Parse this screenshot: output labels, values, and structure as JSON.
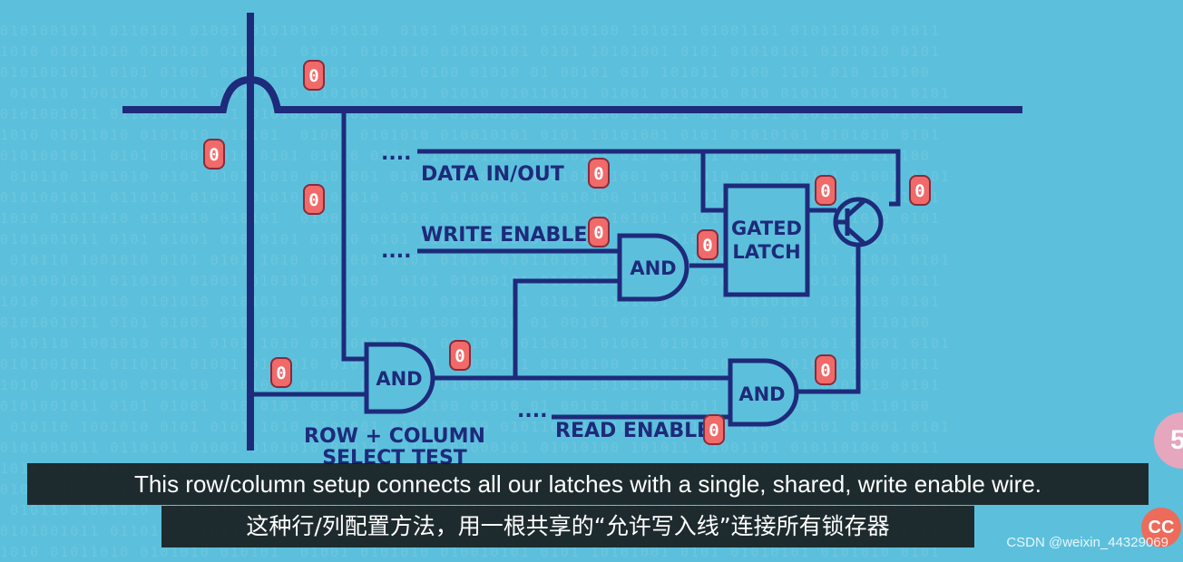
{
  "diagram": {
    "labels": {
      "data_in_out": "DATA IN/OUT",
      "write_enable": "WRITE ENABLE",
      "read_enable": "READ ENABLE",
      "gated_latch_line1": "GATED",
      "gated_latch_line2": "LATCH",
      "row_column_line1": "ROW + COLUMN",
      "row_column_line2": "SELECT TEST",
      "and_gate": "AND",
      "ellipsis": "....",
      "bit_value": "0"
    },
    "colors": {
      "wire": "#1e2a7a",
      "background": "#5cc0dc",
      "bit_fill": "#f06a6a",
      "bit_text": "#ffffff"
    }
  },
  "captions": {
    "english": "This row/column setup connects all our latches with a single, shared, write enable wire.",
    "chinese": "这种行/列配置方法，用一根共享的“允许写入线”连接所有锁存器"
  },
  "watermark": "CSDN @weixin_44329069",
  "side_badge": "5",
  "logo": "CC"
}
